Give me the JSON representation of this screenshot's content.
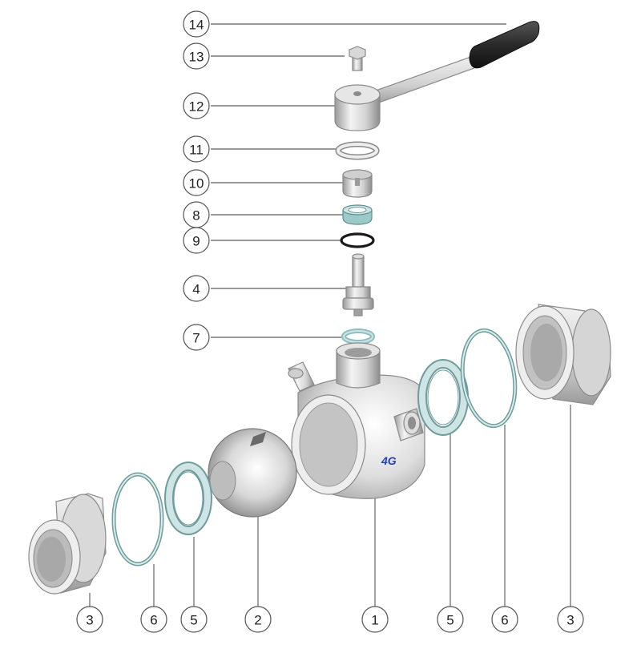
{
  "diagram": {
    "brand_mark": "4G",
    "callouts": [
      {
        "id": "c14",
        "label": "14"
      },
      {
        "id": "c13",
        "label": "13"
      },
      {
        "id": "c12",
        "label": "12"
      },
      {
        "id": "c11",
        "label": "11"
      },
      {
        "id": "c10",
        "label": "10"
      },
      {
        "id": "c8",
        "label": "8"
      },
      {
        "id": "c9",
        "label": "9"
      },
      {
        "id": "c4",
        "label": "4"
      },
      {
        "id": "c7",
        "label": "7"
      },
      {
        "id": "b3a",
        "label": "3"
      },
      {
        "id": "b6a",
        "label": "6"
      },
      {
        "id": "b5a",
        "label": "5"
      },
      {
        "id": "b2",
        "label": "2"
      },
      {
        "id": "b1",
        "label": "1"
      },
      {
        "id": "b5b",
        "label": "5"
      },
      {
        "id": "b6b",
        "label": "6"
      },
      {
        "id": "b3b",
        "label": "3"
      }
    ],
    "colors": {
      "metal_light": "#f2f2f2",
      "metal_mid": "#c9c9c9",
      "metal_dark": "#8e8e8e",
      "gasket": "#9cc9c9",
      "oring": "#1a1a1a",
      "handle_grip": "#2b2b2b",
      "logo": "#1f3fbf"
    }
  }
}
